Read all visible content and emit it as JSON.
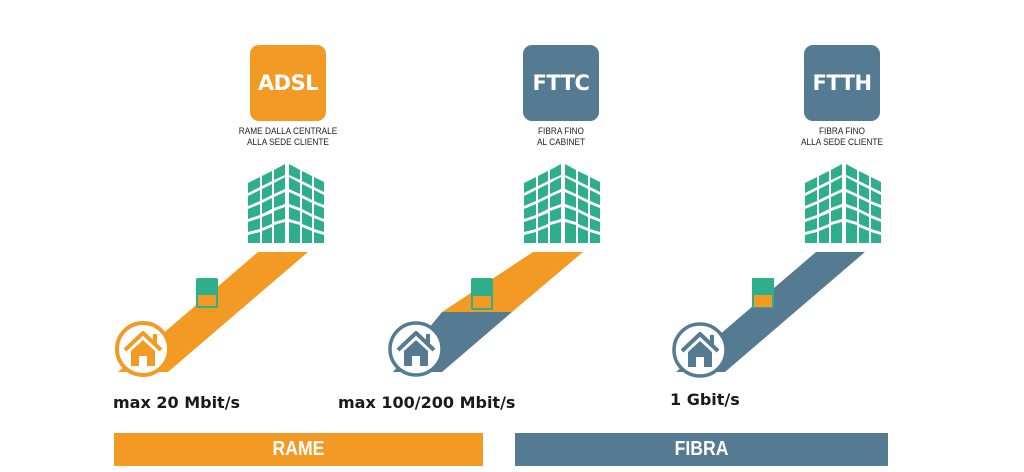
{
  "colors": {
    "orange": "#f39a25",
    "slate": "#557b92",
    "green": "#2fae8c",
    "text": "#1a1a1a"
  },
  "technologies": [
    {
      "name": "ADSL",
      "caption_line1": "RAME DALLA CENTRALE",
      "caption_line2": "ALLA SEDE CLIENTE",
      "speed": "max 20 Mbit/s",
      "icons": [
        "building-icon",
        "cabinet-icon",
        "house-icon"
      ]
    },
    {
      "name": "FTTC",
      "caption_line1": "FIBRA FINO",
      "caption_line2": "AL CABINET",
      "speed": "max 100/200 Mbit/s",
      "icons": [
        "building-icon",
        "cabinet-icon",
        "house-icon"
      ]
    },
    {
      "name": "FTTH",
      "caption_line1": "FIBRA FINO",
      "caption_line2": "ALLA SEDE CLIENTE",
      "speed": "1 Gbit/s",
      "icons": [
        "building-icon",
        "cabinet-icon",
        "house-icon"
      ]
    }
  ],
  "categories": {
    "copper": "RAME",
    "fiber": "FIBRA"
  }
}
